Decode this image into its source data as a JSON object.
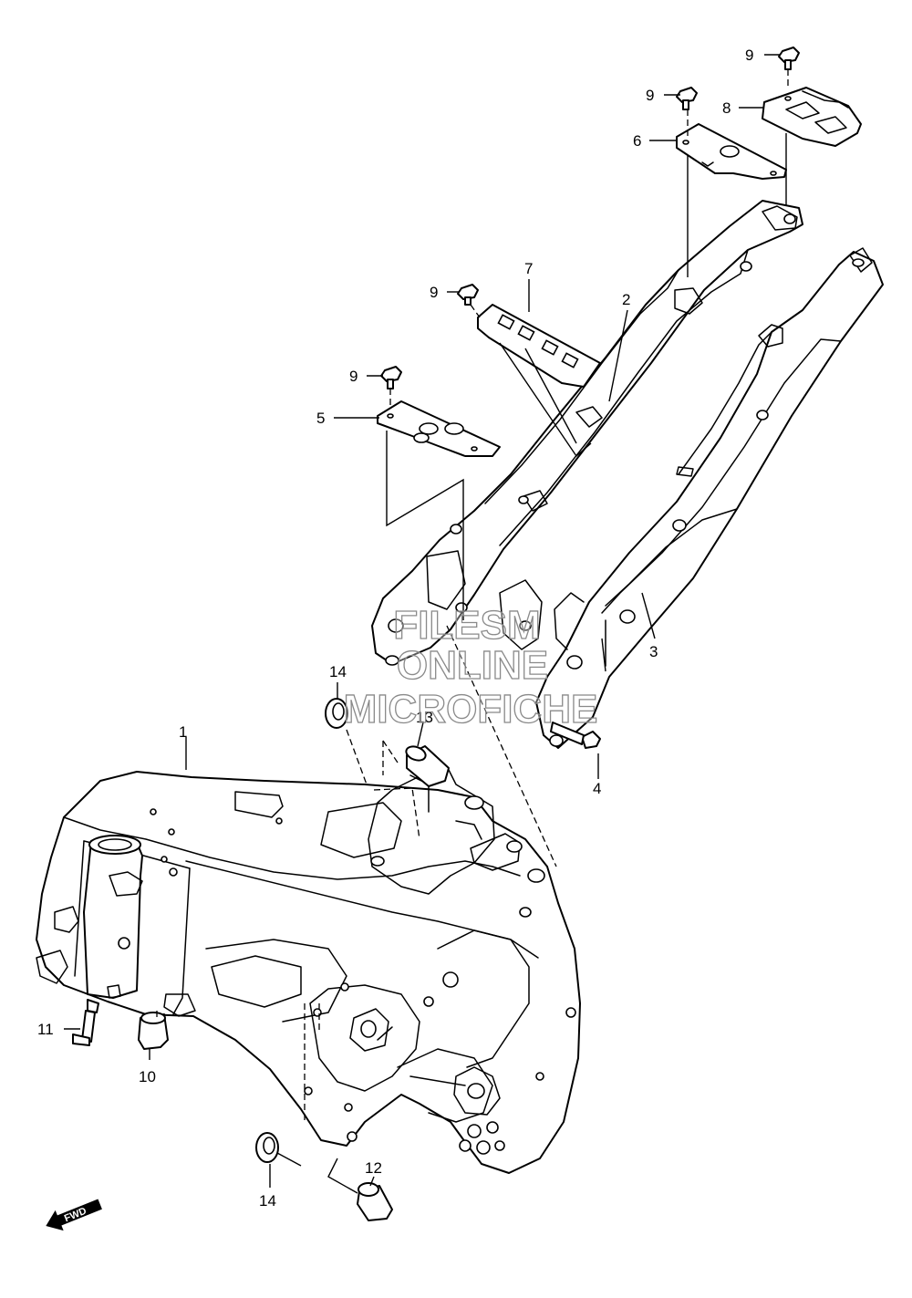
{
  "callouts": {
    "c1": "1",
    "c2": "2",
    "c3": "3",
    "c4": "4",
    "c5": "5",
    "c6": "6",
    "c7": "7",
    "c8": "8",
    "c9a": "9",
    "c9b": "9",
    "c9c": "9",
    "c9d": "9",
    "c10": "10",
    "c11": "11",
    "c12": "12",
    "c13": "13",
    "c14a": "14",
    "c14b": "14"
  },
  "watermark": {
    "line1": "FILESM",
    "line2": "ONLINE",
    "line3": "MICROFICHE"
  },
  "fwd_label": "FWD",
  "colors": {
    "line": "#000000",
    "background": "#ffffff",
    "watermark": "#8a8a8a"
  }
}
